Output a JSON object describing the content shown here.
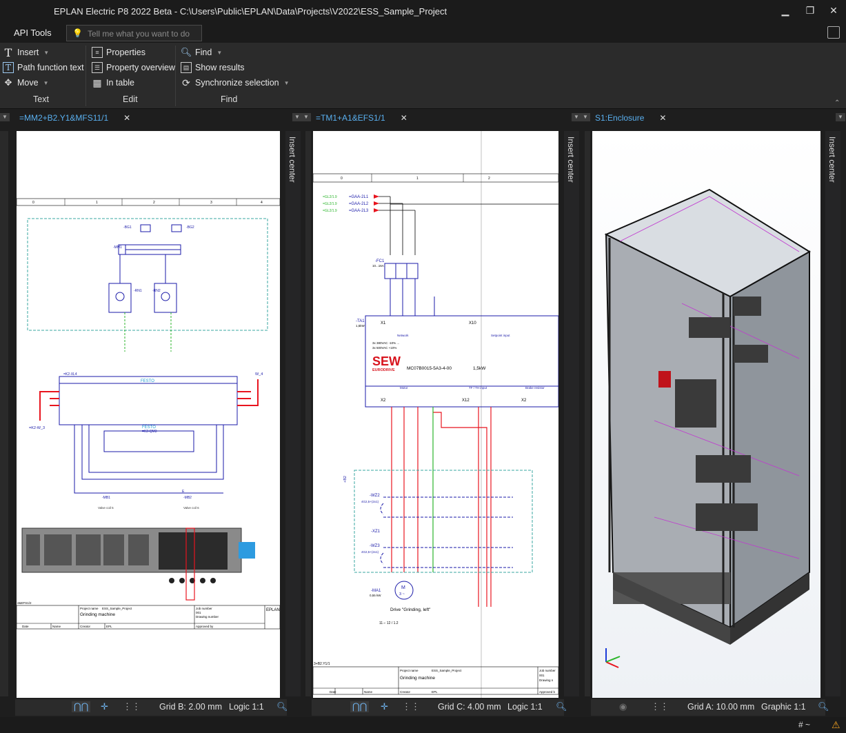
{
  "window": {
    "title": "EPLAN Electric P8 2022 Beta - C:\\Users\\Public\\EPLAN\\Data\\Projects\\V2022\\ESS_Sample_Project",
    "minimize": "▁",
    "restore": "❐",
    "close": "✕"
  },
  "ribbon_tabs": {
    "api_tools": "API Tools"
  },
  "search": {
    "placeholder": "Tell me what you want to do",
    "icon": "lightbulb-icon"
  },
  "ribbon": {
    "text_group": {
      "label": "Text",
      "insert": "Insert",
      "path_function_text": "Path function text",
      "move": "Move"
    },
    "edit_group": {
      "label": "Edit",
      "properties": "Properties",
      "property_overview": "Property overview",
      "in_table": "In table"
    },
    "find_group": {
      "label": "Find",
      "find": "Find",
      "show_results": "Show results",
      "synchronize_selection": "Synchronize selection"
    }
  },
  "panels": [
    {
      "tab": "=MM2+B2.Y1&MFS11/1",
      "sidebar": "Insert center",
      "grid": "Grid B: 2.00 mm",
      "mode": "Logic 1:1",
      "page": {
        "ruler": [
          "0",
          "1",
          "2",
          "3",
          "4"
        ],
        "labels": {
          "bg1": "-BG1",
          "bg2": "-BG2",
          "mm1": "-MM1",
          "rn1": "-RN1",
          "rn2": "-RN2",
          "xl4": "=K2-XL4",
          "festo": "FESTO",
          "w3": "=K2-W_3",
          "w4": "W_4",
          "qm3": "=K2-QM3",
          "mb1": "-MB1",
          "mb2": "-MB2",
          "valve1": "Valve coil 5",
          "valve2": "Valve coil 6",
          "e": "E"
        },
        "footer": {
          "ref": "2&EFS1/2",
          "project_name_label": "Project name",
          "project_name": "ESS_Sample_Project",
          "description": "Grinding machine",
          "job_label": "Job number",
          "job": "001",
          "drawing_label": "Drawing number",
          "date_label": "Date",
          "name_label": "Name",
          "creator_label": "Creator",
          "creator": "EPL",
          "approved_label": "Approved by",
          "brand": "EPLAN"
        }
      }
    },
    {
      "tab": "=TM1+A1&EFS1/1",
      "sidebar": "Insert center",
      "grid": "Grid C: 4.00 mm",
      "mode": "Logic 1:1",
      "page": {
        "ruler": [
          "0",
          "1",
          "2"
        ],
        "labels": {
          "l1": "=GAA-2L1",
          "l2": "=GAA-2L2",
          "l3": "=GAA-2L3",
          "ref1": "=GL2/1.9",
          "ref2": "=GL2/1.9",
          "ref3": "=GL2/1.9",
          "fc1": "-FC1",
          "fc1_range": "10...16A",
          "ta1": "-TA1",
          "ta1_kw": "1,5kW",
          "x1": "X1",
          "x10": "X10",
          "network": "Network",
          "setpoint": "Setpoint input",
          "spec1": "3x 380VAC -10% ...",
          "spec2": "3x 500VAC +10%",
          "sew": "SEW",
          "eurodrive": "EURODRIVE",
          "model": "MC07B0015-5A3-4-00",
          "power": "1,5kW",
          "motor": "Motor",
          "tf": "TF / TH input",
          "brake": "Brake resistor",
          "x2": "X2",
          "x12": "X12",
          "x2b": "X2",
          "b2": "+B2",
          "wz2": "-WZ2",
          "wz2_spec": "4G2,5+(2x1)",
          "xz1": "-XZ1",
          "wz3": "-WZ3",
          "wz3_spec": "4G2,5+(2x1)",
          "ma1": "-MA1",
          "ma1_kw": "0,55 kW",
          "motor_sym": "M",
          "motor_phase": "3 ~",
          "drive": "Drive \"Grinding, left\"",
          "contact": "11 ⌐ 12 / 1.2",
          "ref_bottom": "3+B2.Y1/1"
        },
        "footer": {
          "project_name_label": "Project name",
          "project_name": "ESS_Sample_Project",
          "description": "Grinding machine",
          "job_label": "Job number",
          "job": "001",
          "drawing_label": "Drawing n",
          "date_label": "Date",
          "name_label": "Name",
          "creator_label": "Creator",
          "creator": "EPL",
          "approved_label": "Approved b"
        }
      }
    },
    {
      "tab": "S1:Enclosure",
      "sidebar": "Insert center",
      "grid": "Grid A: 10.00 mm",
      "mode": "Graphic 1:1"
    }
  ],
  "bottom": {
    "hash": "# ~",
    "warning": "⚠"
  },
  "colors": {
    "accent": "#5ab0f0",
    "schematic_blue": "#1a1aa8",
    "schematic_red": "#e8141e",
    "schematic_green": "#2bb52b",
    "dashed_teal": "#3aa7a0",
    "magenta": "#c038d0"
  }
}
